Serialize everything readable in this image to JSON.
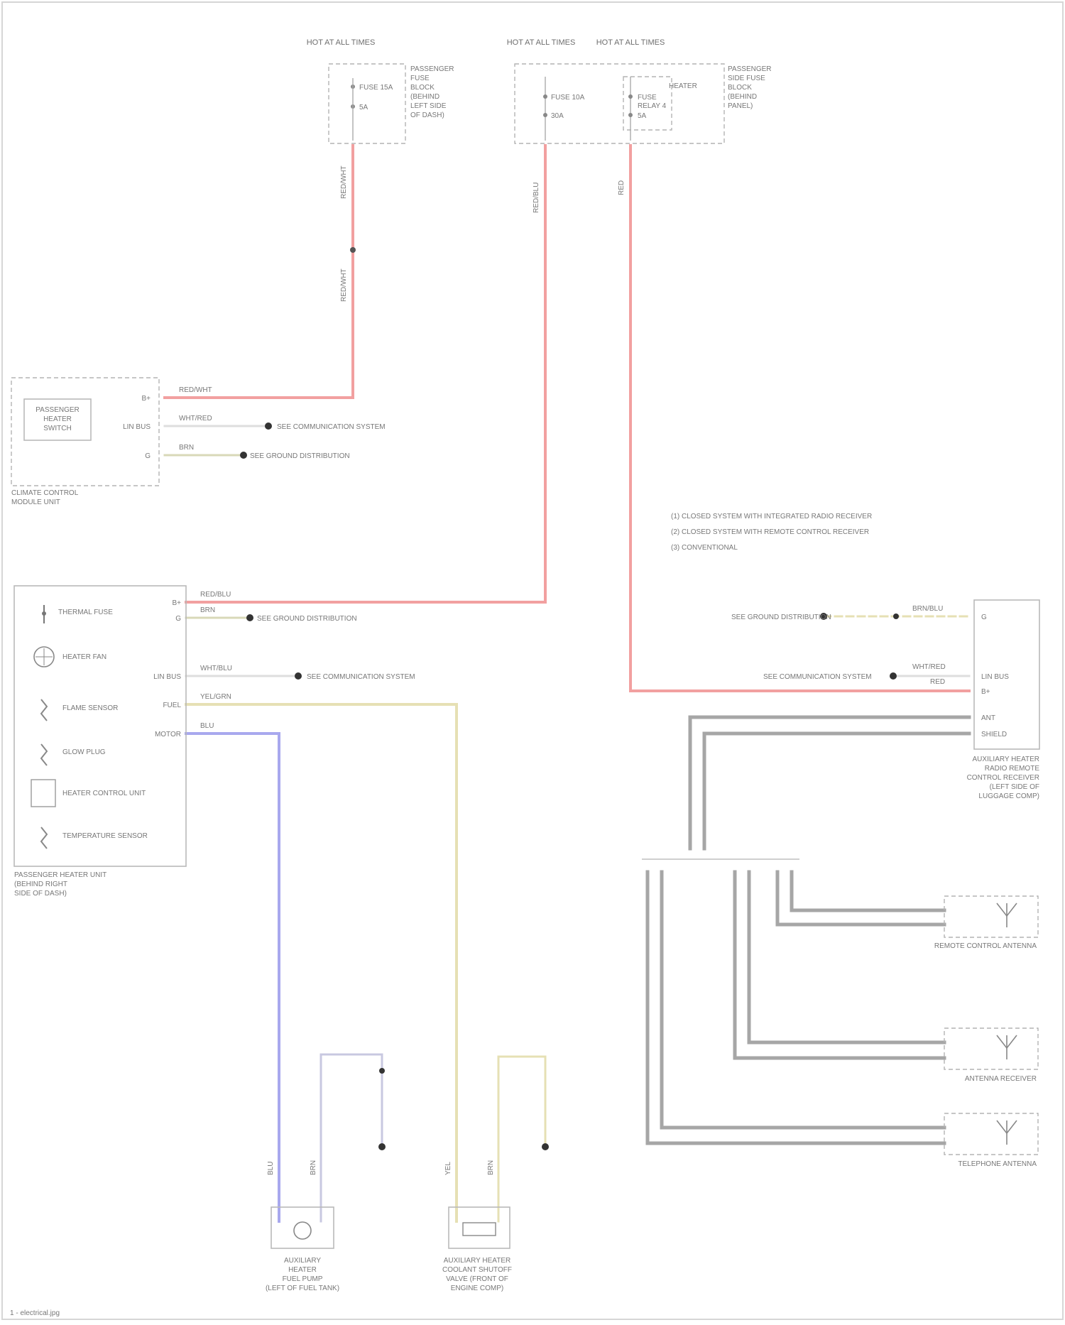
{
  "diagram": {
    "fuses_left": {
      "bus_label": "HOT AT ALL TIMES",
      "fuse_lines": [
        "FUSE 15A",
        "5A"
      ],
      "module_text": [
        "PASSENGER",
        "FUSE",
        "BLOCK",
        "(BEHIND",
        "LEFT SIDE",
        "OF DASH)"
      ]
    },
    "fuses_right": {
      "bus_label_a": "HOT AT ALL TIMES",
      "bus_label_b": "HOT AT ALL TIMES",
      "fuse_a_lines": [
        "FUSE 10A",
        "30A"
      ],
      "fuse_b_lines": [
        "FUSE",
        "RELAY 4",
        "5A"
      ],
      "relay_label": "HEATER",
      "module_text": [
        "PASSENGER",
        "SIDE FUSE",
        "BLOCK",
        "(BEHIND",
        "PANEL)"
      ]
    },
    "climate_module": {
      "name_lines": [
        "CLIMATE CONTROL",
        "MODULE UNIT"
      ],
      "inner_lines": [
        "PASSENGER",
        "HEATER",
        "SWITCH"
      ],
      "pins": [
        "B+",
        "LIN BUS",
        "G"
      ],
      "wire_labels": [
        "RED/WHT",
        "WHT/RED",
        "BRN"
      ],
      "dest_labels": [
        "SEE COMMUNICATION SYSTEM",
        "SEE GROUND DISTRIBUTION"
      ]
    },
    "passenger_heater_module": {
      "name_lines": [
        "PASSENGER HEATER UNIT",
        "(BEHIND RIGHT",
        "SIDE OF DASH)"
      ],
      "items": [
        "THERMAL FUSE",
        "HEATER FAN",
        "FLAME SENSOR",
        "GLOW PLUG",
        "HEATER CONTROL UNIT",
        "TEMPERATURE SENSOR"
      ],
      "pins": [
        "B+",
        "G",
        "LIN BUS",
        "FUEL",
        "MOTOR"
      ],
      "wire_labels": [
        "RED/BLU",
        "BRN",
        "WHT/BLU",
        "YEL/GRN",
        "BLU"
      ],
      "dest_labels": [
        "SEE COMMUNICATION SYSTEM",
        "SEE GROUND DISTRIBUTION"
      ]
    },
    "notes": [
      "(1) CLOSED SYSTEM WITH INTEGRATED RADIO RECEIVER",
      "(2) CLOSED SYSTEM WITH REMOTE CONTROL RECEIVER",
      "(3) CONVENTIONAL"
    ],
    "remote_receiver": {
      "name_lines": [
        "AUXILIARY HEATER",
        "RADIO REMOTE",
        "CONTROL RECEIVER",
        "(LEFT SIDE OF",
        "LUGGAGE COMP)"
      ],
      "pins": [
        "G",
        "LIN BUS",
        "B+",
        "ANT",
        "SHIELD"
      ],
      "wire_labels": [
        "BRN/BLU",
        "WHT/RED",
        "RED"
      ],
      "dest_labels": [
        "SEE COMMUNICATION SYSTEM",
        "SEE GROUND DISTRIBUTION"
      ]
    },
    "antennas": [
      {
        "name": "REMOTE CONTROL ANTENNA"
      },
      {
        "name": "ANTENNA RECEIVER"
      },
      {
        "name": "TELEPHONE ANTENNA"
      }
    ],
    "fuel_pump": {
      "name_lines": [
        "AUXILIARY",
        "HEATER",
        "FUEL PUMP",
        "(LEFT OF FUEL TANK)"
      ],
      "wire_labels": [
        "BLU",
        "BRN"
      ]
    },
    "coolant_valve": {
      "name_lines": [
        "AUXILIARY HEATER",
        "COOLANT SHUTOFF",
        "VALVE (FRONT OF",
        "ENGINE COMP)"
      ],
      "wire_labels": [
        "YEL",
        "BRN"
      ]
    },
    "footer": "1 - electrical.jpg"
  }
}
